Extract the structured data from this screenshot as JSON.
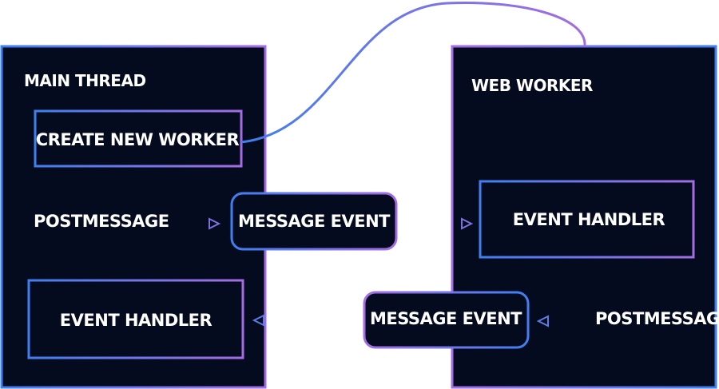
{
  "diagram": {
    "main_thread": {
      "title": "MAIN THREAD",
      "create_worker_label": "CREATE NEW WORKER",
      "postmessage_label": "POSTMESSAGE",
      "event_handler_label": "EVENT HANDLER"
    },
    "web_worker": {
      "title": "WEB WORKER",
      "event_handler_label": "EVENT HANDLER",
      "postmessage_label": "POSTMESSAGE"
    },
    "message_event_to_worker": "MESSAGE EVENT",
    "message_event_to_main": "MESSAGE EVENT"
  },
  "colors": {
    "panel_fill": "#040b1e",
    "border_blue": "#3f7fef",
    "border_purple": "#9b6be0",
    "connector_blue": "#4f7fea",
    "connector_purple": "#9a6ad8",
    "text": "#ffffff",
    "background": "#ffffff"
  }
}
